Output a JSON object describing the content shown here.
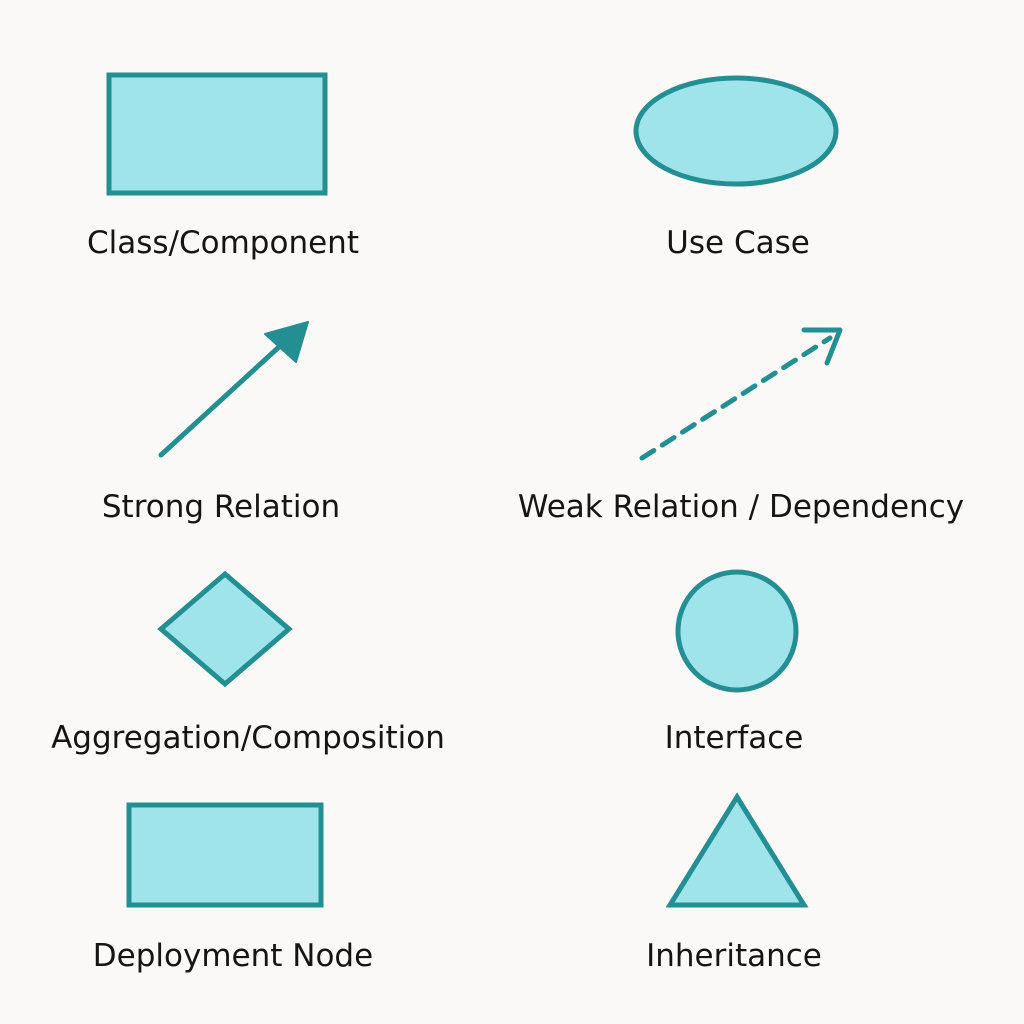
{
  "colors": {
    "background": "#faf9f7",
    "shape_fill": "#9fe4ea",
    "stroke": "#248f93",
    "text": "#151515"
  },
  "items": [
    {
      "id": "class-component",
      "icon": "rectangle-icon",
      "label": "Class/Component"
    },
    {
      "id": "use-case",
      "icon": "ellipse-icon",
      "label": "Use Case"
    },
    {
      "id": "strong-relation",
      "icon": "solid-arrow-icon",
      "label": "Strong Relation"
    },
    {
      "id": "weak-relation",
      "icon": "dashed-arrow-icon",
      "label": "Weak Relation / Dependency"
    },
    {
      "id": "aggregation",
      "icon": "diamond-icon",
      "label": "Aggregation/Composition"
    },
    {
      "id": "interface",
      "icon": "circle-icon",
      "label": "Interface"
    },
    {
      "id": "deployment-node",
      "icon": "rectangle-icon",
      "label": "Deployment Node"
    },
    {
      "id": "inheritance",
      "icon": "triangle-icon",
      "label": "Inheritance"
    }
  ]
}
